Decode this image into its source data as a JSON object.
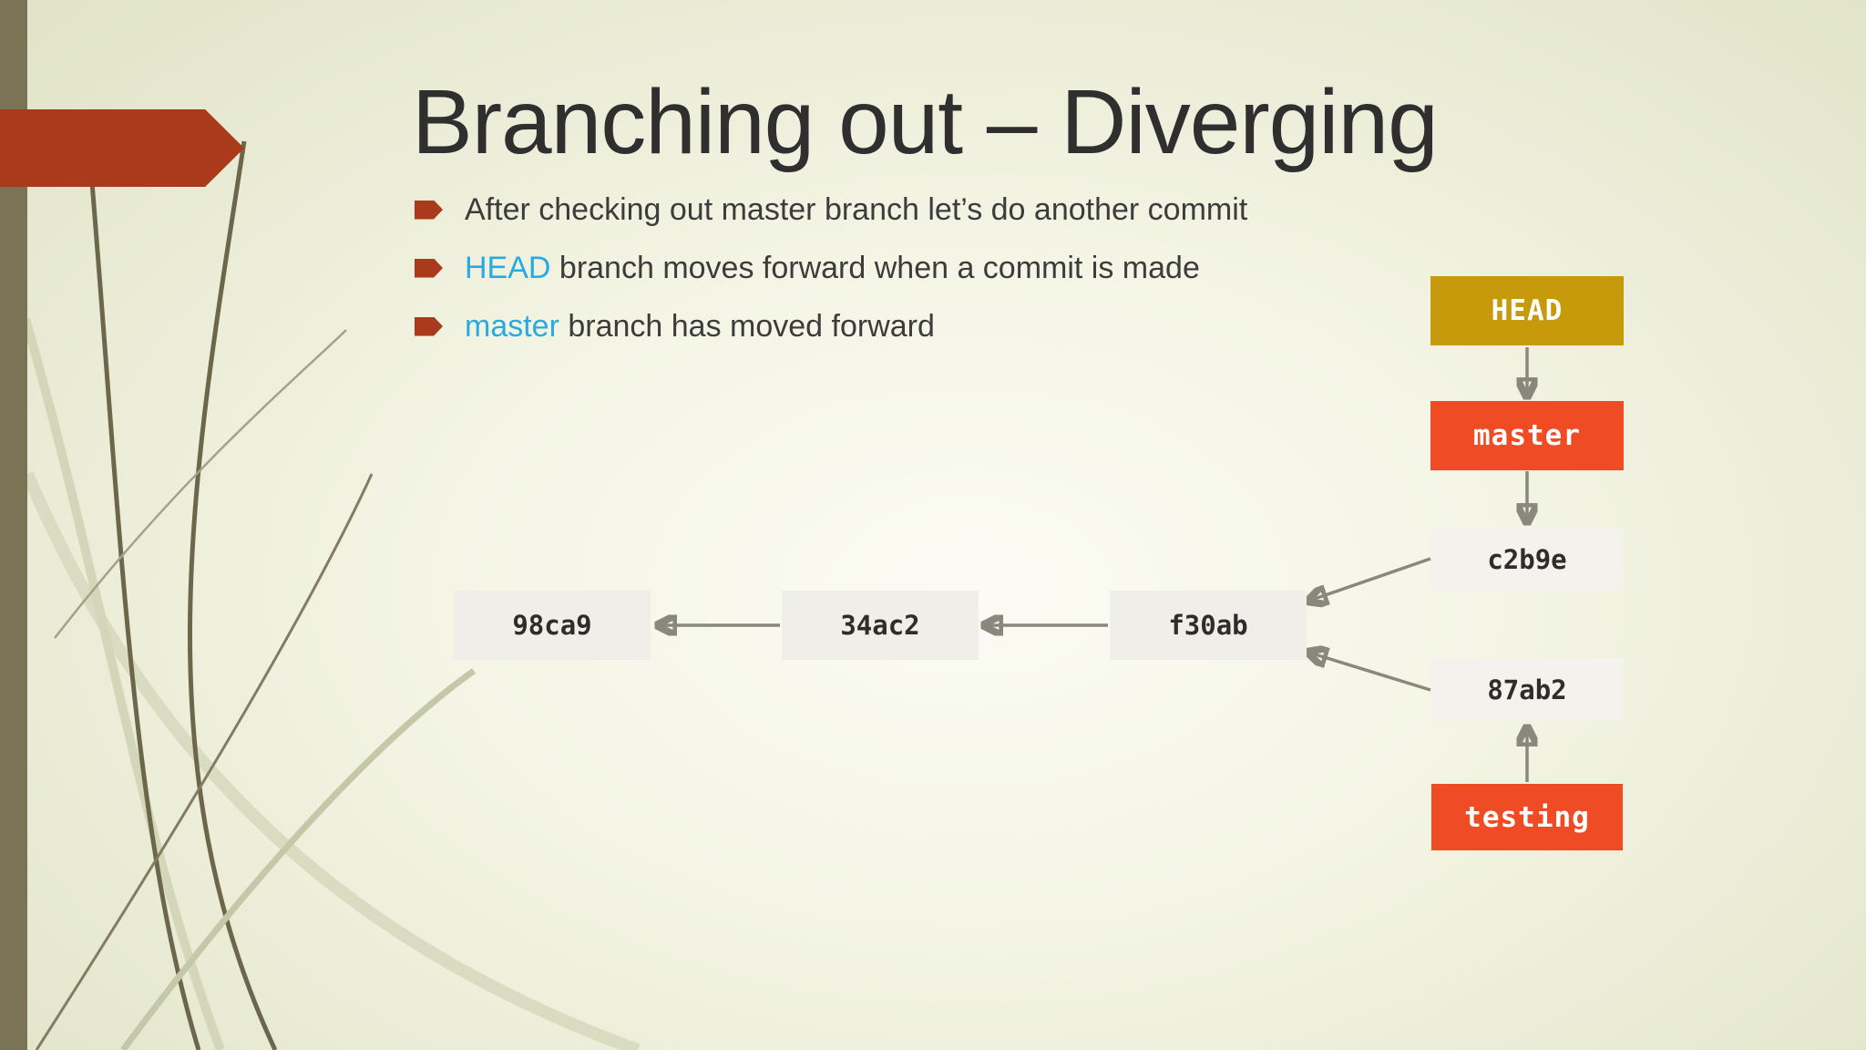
{
  "slide": {
    "title": "Branching out – Diverging"
  },
  "bullets": [
    {
      "lead": "",
      "text": "After checking out master branch let’s do another commit"
    },
    {
      "lead": "HEAD",
      "text": " branch moves forward when a commit is made"
    },
    {
      "lead": "master",
      "text": " branch has moved forward"
    }
  ],
  "diagram": {
    "nodes": {
      "head": {
        "label": "HEAD",
        "type": "pointer"
      },
      "master": {
        "label": "master",
        "type": "branch"
      },
      "c2b9e": {
        "label": "c2b9e",
        "type": "commit"
      },
      "c98ca9": {
        "label": "98ca9",
        "type": "commit"
      },
      "c34ac2": {
        "label": "34ac2",
        "type": "commit"
      },
      "f30ab": {
        "label": "f30ab",
        "type": "commit"
      },
      "c87ab2": {
        "label": "87ab2",
        "type": "commit"
      },
      "testing": {
        "label": "testing",
        "type": "branch"
      }
    },
    "edges": [
      {
        "from": "HEAD",
        "to": "master"
      },
      {
        "from": "master",
        "to": "c2b9e"
      },
      {
        "from": "c2b9e",
        "to": "f30ab"
      },
      {
        "from": "f30ab",
        "to": "34ac2"
      },
      {
        "from": "34ac2",
        "to": "98ca9"
      },
      {
        "from": "87ab2",
        "to": "f30ab"
      },
      {
        "from": "testing",
        "to": "87ab2"
      }
    ]
  },
  "colors": {
    "accent_red": "#a93a1b",
    "accent_cyan": "#29abe2",
    "head_gold": "#c79a0b",
    "branch_orange": "#ef4b25",
    "commit_gray": "#efeee8",
    "arrow_gray": "#8a877d",
    "sidebar_olive": "#7a7355",
    "background_cream": "#e3e6cb"
  }
}
